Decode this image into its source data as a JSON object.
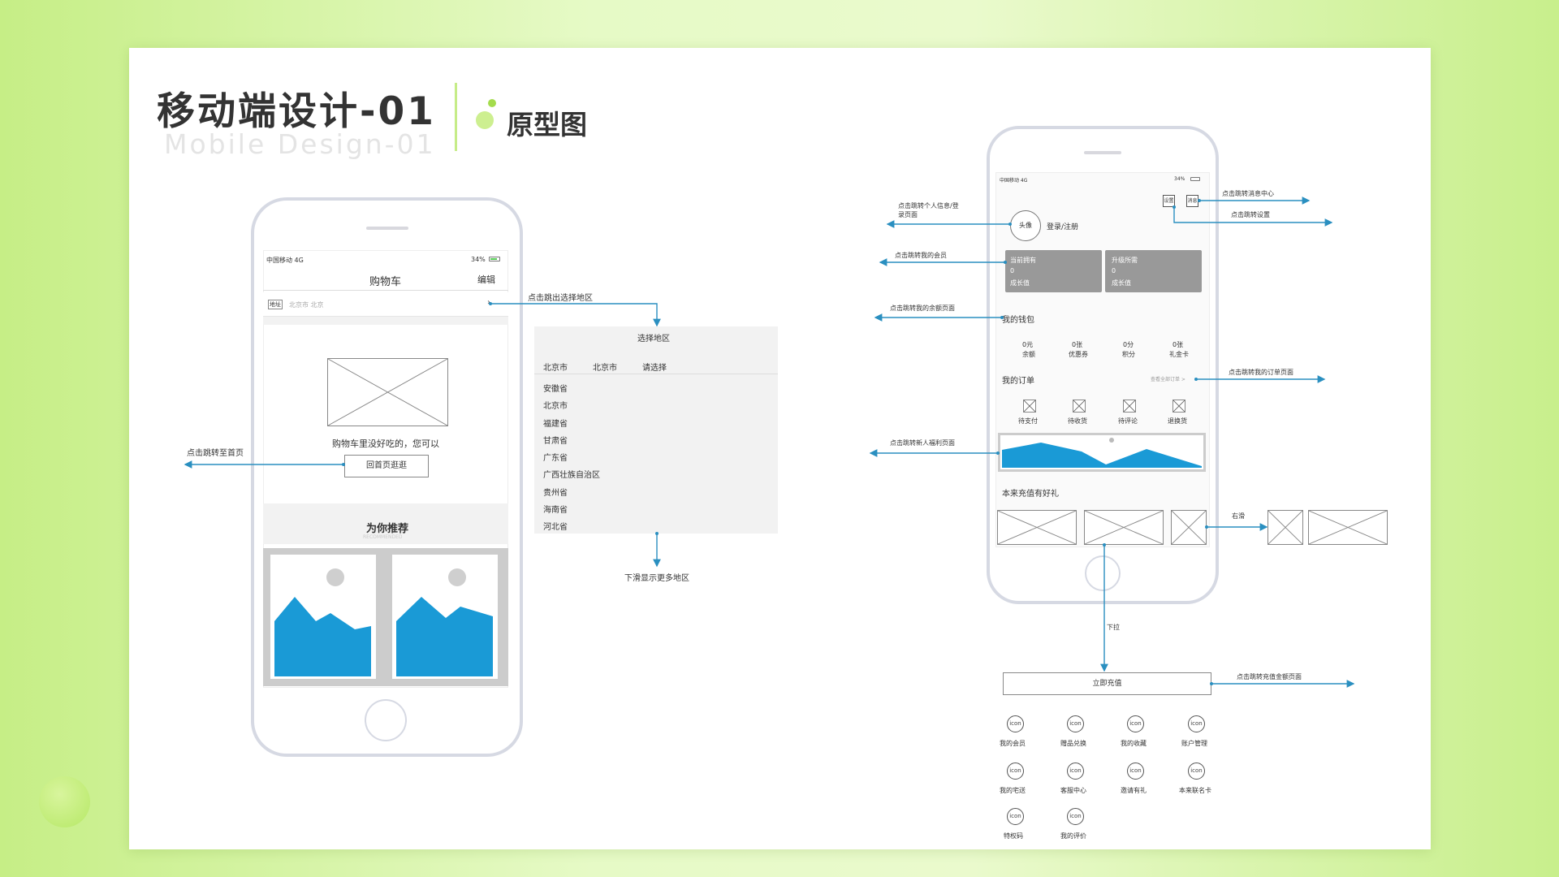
{
  "header": {
    "title": "移动端设计-01",
    "subtitle": "Mobile Design-01",
    "section": "原型图"
  },
  "left_phone": {
    "status_carrier": "中国移动 4G",
    "status_battery": "34%",
    "nav_title": "购物车",
    "nav_edit": "编辑",
    "address_tag": "地址",
    "address_text": "北京市   北京",
    "empty_text": "购物车里没好吃的，您可以",
    "home_button": "回首页逛逛",
    "recommend_title": "为你推荐",
    "recommend_sub": "RECOMMENDED"
  },
  "region_panel": {
    "title": "选择地区",
    "tabs": [
      "北京市",
      "北京市",
      "请选择"
    ],
    "items": [
      "安徽省",
      "北京市",
      "福建省",
      "甘肃省",
      "广东省",
      "广西壮族自治区",
      "贵州省",
      "海南省",
      "河北省"
    ]
  },
  "left_annotations": {
    "to_region": "点击跳出选择地区",
    "to_home": "点击跳转至首页",
    "scroll_more": "下滑显示更多地区"
  },
  "right_phone": {
    "status_carrier": "中国移动 4G",
    "status_battery": "34%",
    "settings": "设置",
    "messages": "消息",
    "avatar": "头像",
    "login": "登录/注册",
    "cards": [
      {
        "label": "当前拥有",
        "value": "0",
        "unit": "成长值"
      },
      {
        "label": "升级所需",
        "value": "0",
        "unit": "成长值"
      }
    ],
    "wallet_title": "我的钱包",
    "wallet": [
      {
        "value": "0元",
        "label": "余额"
      },
      {
        "value": "0张",
        "label": "优惠券"
      },
      {
        "value": "0分",
        "label": "积分"
      },
      {
        "value": "0张",
        "label": "礼金卡"
      }
    ],
    "orders_title": "我的订单",
    "orders_all": "查看全部订单 >",
    "orders": [
      "待支付",
      "待收货",
      "待评论",
      "退换货"
    ],
    "promo_title": "本来充值有好礼"
  },
  "recharge_button": "立即充值",
  "grid_icon_label": "icon",
  "grid_items": [
    "我的会员",
    "赠品兑换",
    "我的收藏",
    "账户管理",
    "我的宅送",
    "客服中心",
    "邀请有礼",
    "本来联名卡",
    "特权码",
    "我的评价"
  ],
  "right_annotations": {
    "message_center": "点击跳转消息中心",
    "settings": "点击跳转设置",
    "personal_info": "点击跳转个人信息/登录页面",
    "member": "点击跳转我的会员",
    "balance": "点击跳转我的余额页面",
    "orders": "点击跳转我的订单页面",
    "welfare": "点击跳转新人福利页面",
    "swipe_right": "右滑",
    "pull_down": "下拉",
    "recharge": "点击跳转充值金额页面"
  },
  "colors": {
    "accent_blue": "#1a9ad6",
    "line_blue": "#2a8fc0",
    "card_gray": "#999999",
    "bg_green": "#c8ef8c"
  }
}
